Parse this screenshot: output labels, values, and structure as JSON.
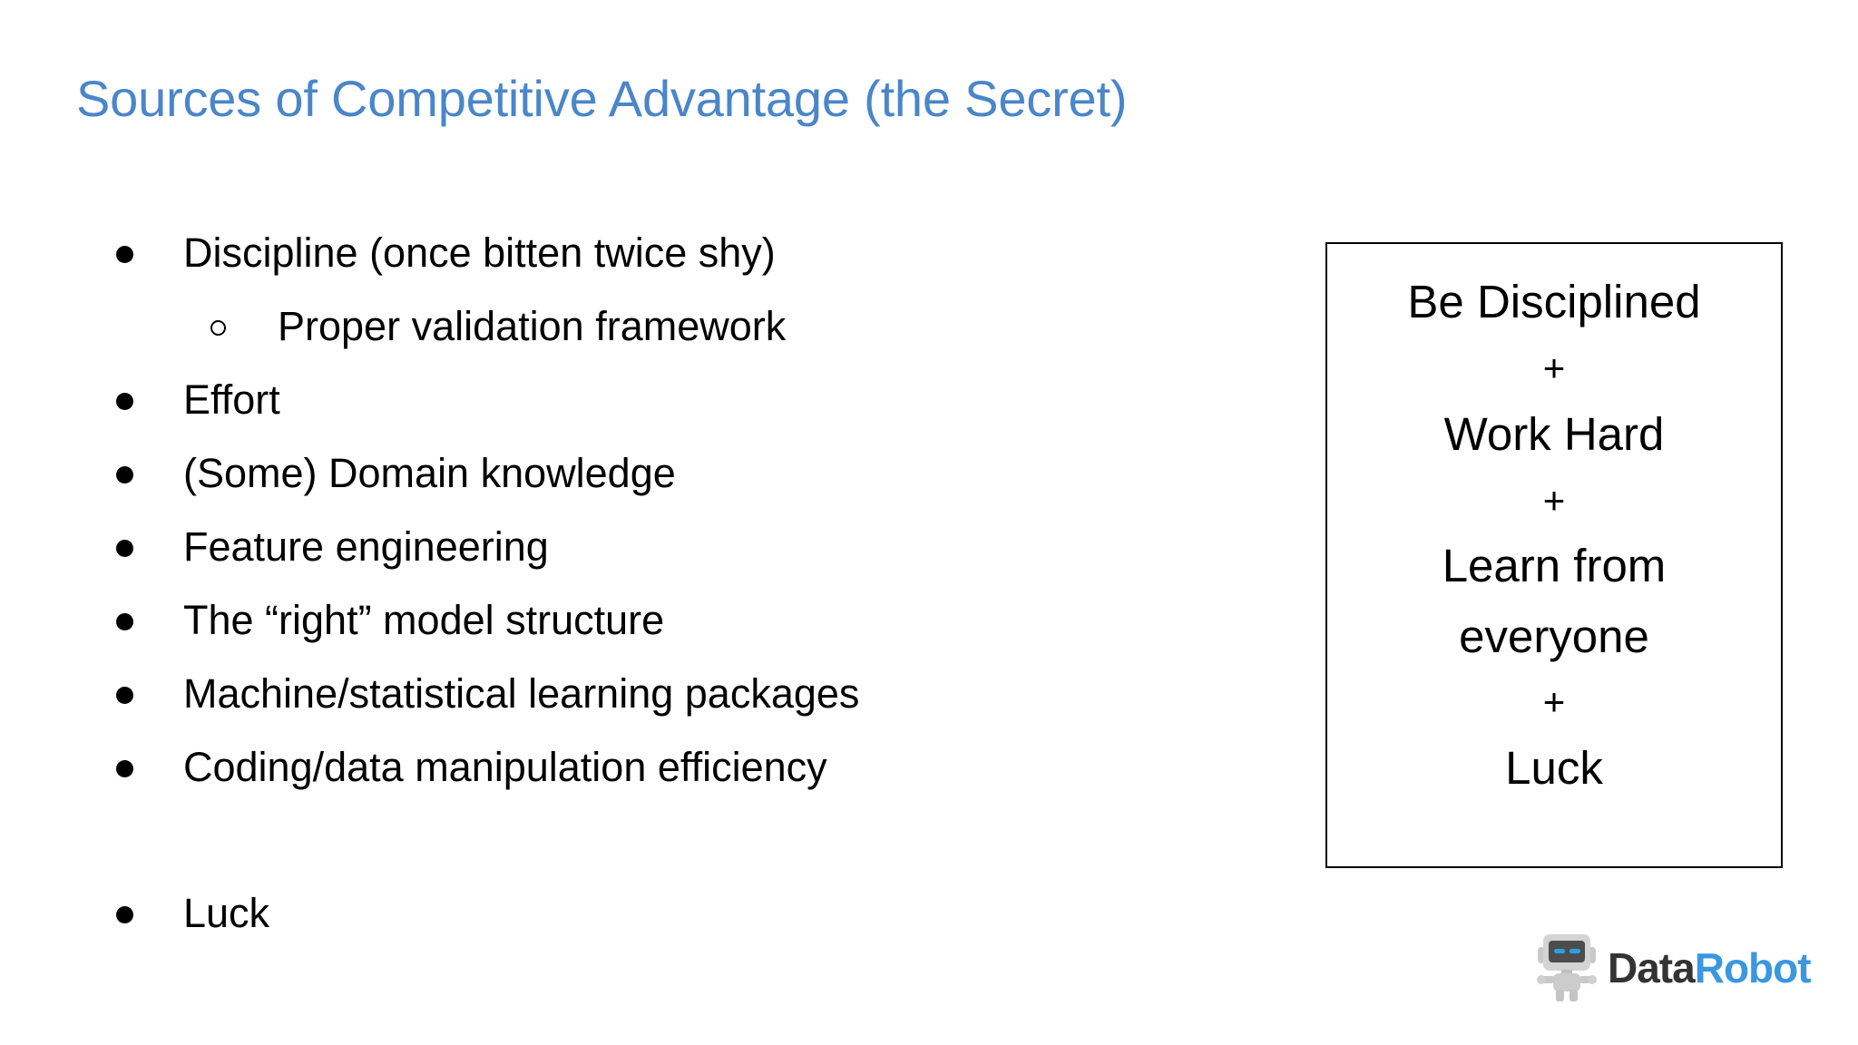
{
  "slide": {
    "title": "Sources of Competitive Advantage (the Secret)",
    "title_color": "#4a86c8",
    "background_color": "#ffffff",
    "text_color": "#000000"
  },
  "bullets": [
    {
      "level": 1,
      "marker": "disc",
      "text": "Discipline (once bitten twice shy)"
    },
    {
      "level": 2,
      "marker": "circle",
      "text": "Proper validation framework"
    },
    {
      "level": 1,
      "marker": "disc",
      "text": "Effort"
    },
    {
      "level": 1,
      "marker": "disc",
      "text": "(Some) Domain knowledge"
    },
    {
      "level": 1,
      "marker": "disc",
      "text": "Feature engineering"
    },
    {
      "level": 1,
      "marker": "disc",
      "text": "The “right” model structure"
    },
    {
      "level": 1,
      "marker": "disc",
      "text": "Machine/statistical learning packages"
    },
    {
      "level": 1,
      "marker": "disc",
      "text": "Coding/data manipulation efficiency"
    },
    {
      "level": 1,
      "marker": "disc",
      "text": "Luck",
      "spacer_before": true
    }
  ],
  "secret_box": {
    "border_color": "#000000",
    "lines": [
      {
        "text": "Be Disciplined",
        "kind": "phrase"
      },
      {
        "text": "+",
        "kind": "plus"
      },
      {
        "text": "Work Hard",
        "kind": "phrase"
      },
      {
        "text": "+",
        "kind": "plus"
      },
      {
        "text": "Learn from everyone",
        "kind": "phrase-wrap"
      },
      {
        "text": "+",
        "kind": "plus"
      },
      {
        "text": "Luck",
        "kind": "phrase"
      }
    ]
  },
  "logo": {
    "icon_name": "datarobot-robot-icon",
    "word_one": "Data",
    "word_two": "Robot",
    "word_one_color": "#333333",
    "word_two_color": "#3a97e0",
    "robot_body_color": "#c8c8c8",
    "robot_visor_color": "#4a4a4a",
    "robot_eye_color": "#29a3e8"
  }
}
